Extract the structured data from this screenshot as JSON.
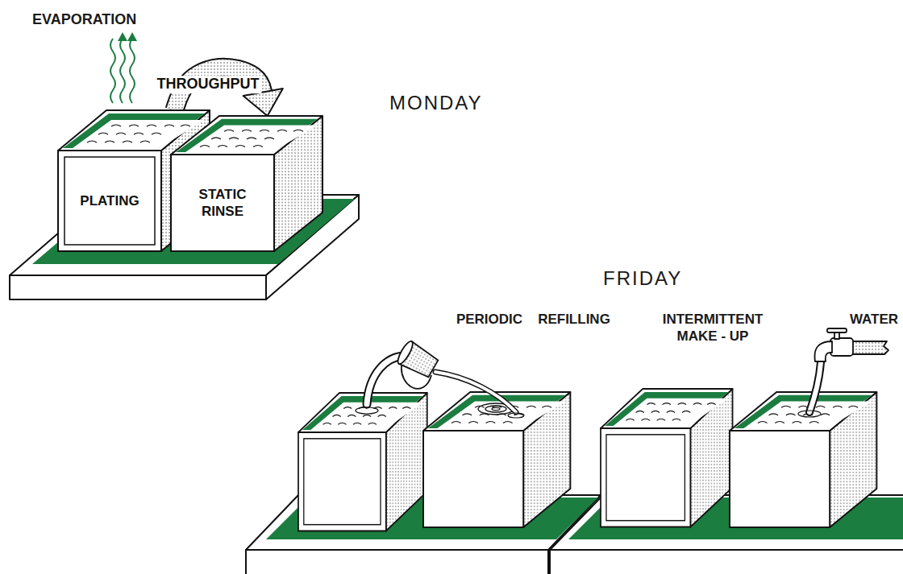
{
  "diagram": {
    "nodes": [
      {
        "text": [
          "PLATING"
        ]
      },
      {
        "text": [
          "STATIC RINSE"
        ]
      }
    ],
    "edges": [
      {
        "from": 0,
        "to": 1,
        "arrow": "to",
        "label": "THROUGHPUT"
      }
    ],
    "labels": [
      "EVAPORATION",
      "MONDAY",
      "FRIDAY",
      "PERIODIC",
      "REFILLING",
      "INTERMITTENT MAKE - UP",
      "WATER"
    ]
  }
}
